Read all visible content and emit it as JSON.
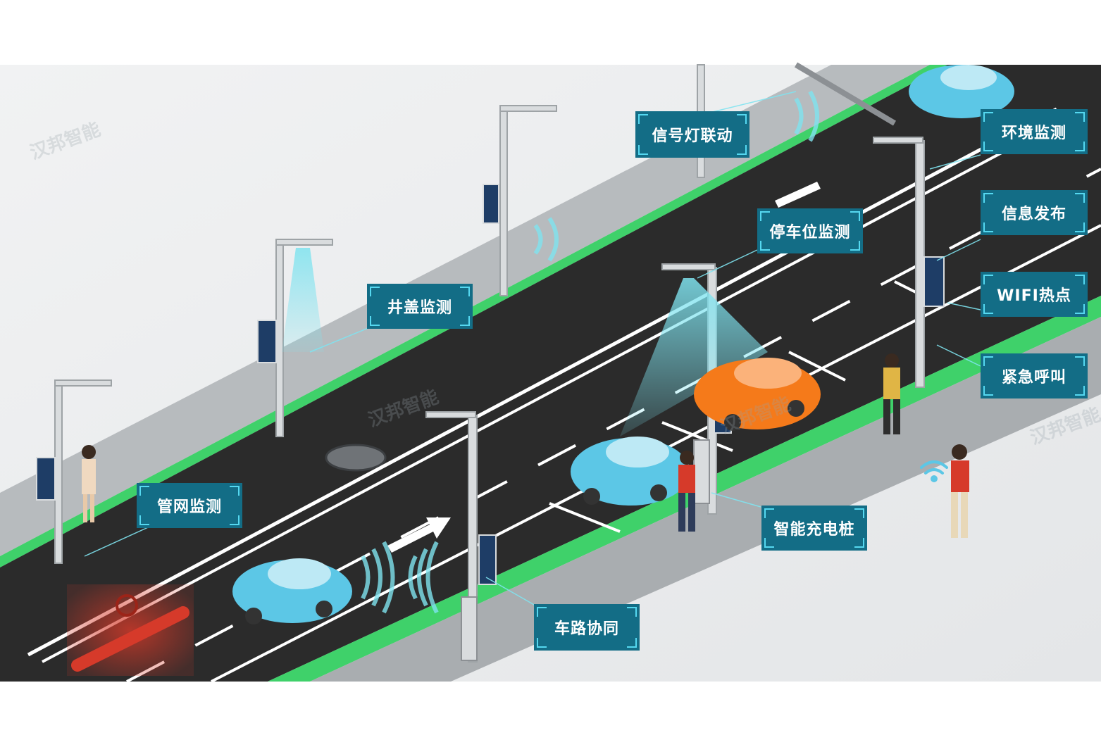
{
  "labels": {
    "signal_light": "信号灯联动",
    "env_monitor": "环境监测",
    "info_publish": "信息发布",
    "wifi_hotspot": "WIFI热点",
    "emergency_call": "紧急呼叫",
    "parking_monitor": "停车位监测",
    "manhole_monitor": "井盖监测",
    "pipe_monitor": "管网监测",
    "smart_charging": "智能充电桩",
    "vehicle_road": "车路协同"
  },
  "watermark": {
    "text": "汉邦智能"
  },
  "colors": {
    "label_bg": "#136d86",
    "label_corner": "#55d8f0",
    "road": "#2b2b2b",
    "green_strip": "#3fd16a",
    "sidewalk": "#a9adb0",
    "car_blue": "#5cc7e6",
    "car_orange": "#f57a1a",
    "pipe_red": "#d63a2a",
    "beam": "#7fe3ef"
  }
}
